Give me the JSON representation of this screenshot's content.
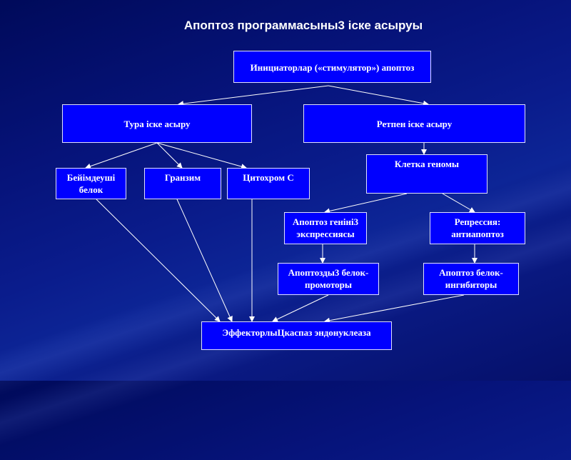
{
  "title": "Апоптоз программасыны3 іске асыруы",
  "nodes": {
    "init": "Инициаторлар («стимулятор») апоптоз",
    "tura": "Тура іске асыру",
    "retpen": "Ретпен іске асыру",
    "beim": "Бейімдеуші белок",
    "granzim": "Гранзим",
    "cyto": "Цитохром С",
    "kletka": "Клетка геномы",
    "gen": "Апоптоз геніні3 экспрессиясы",
    "repr": "Репрессия: антиапоптоз",
    "promo": "Апоптозды3 белок-промоторы",
    "ingib": "Апоптоз белок-ингибиторы",
    "effector": "ЭффекторлыЦкаспаз эндонуклеаза"
  }
}
